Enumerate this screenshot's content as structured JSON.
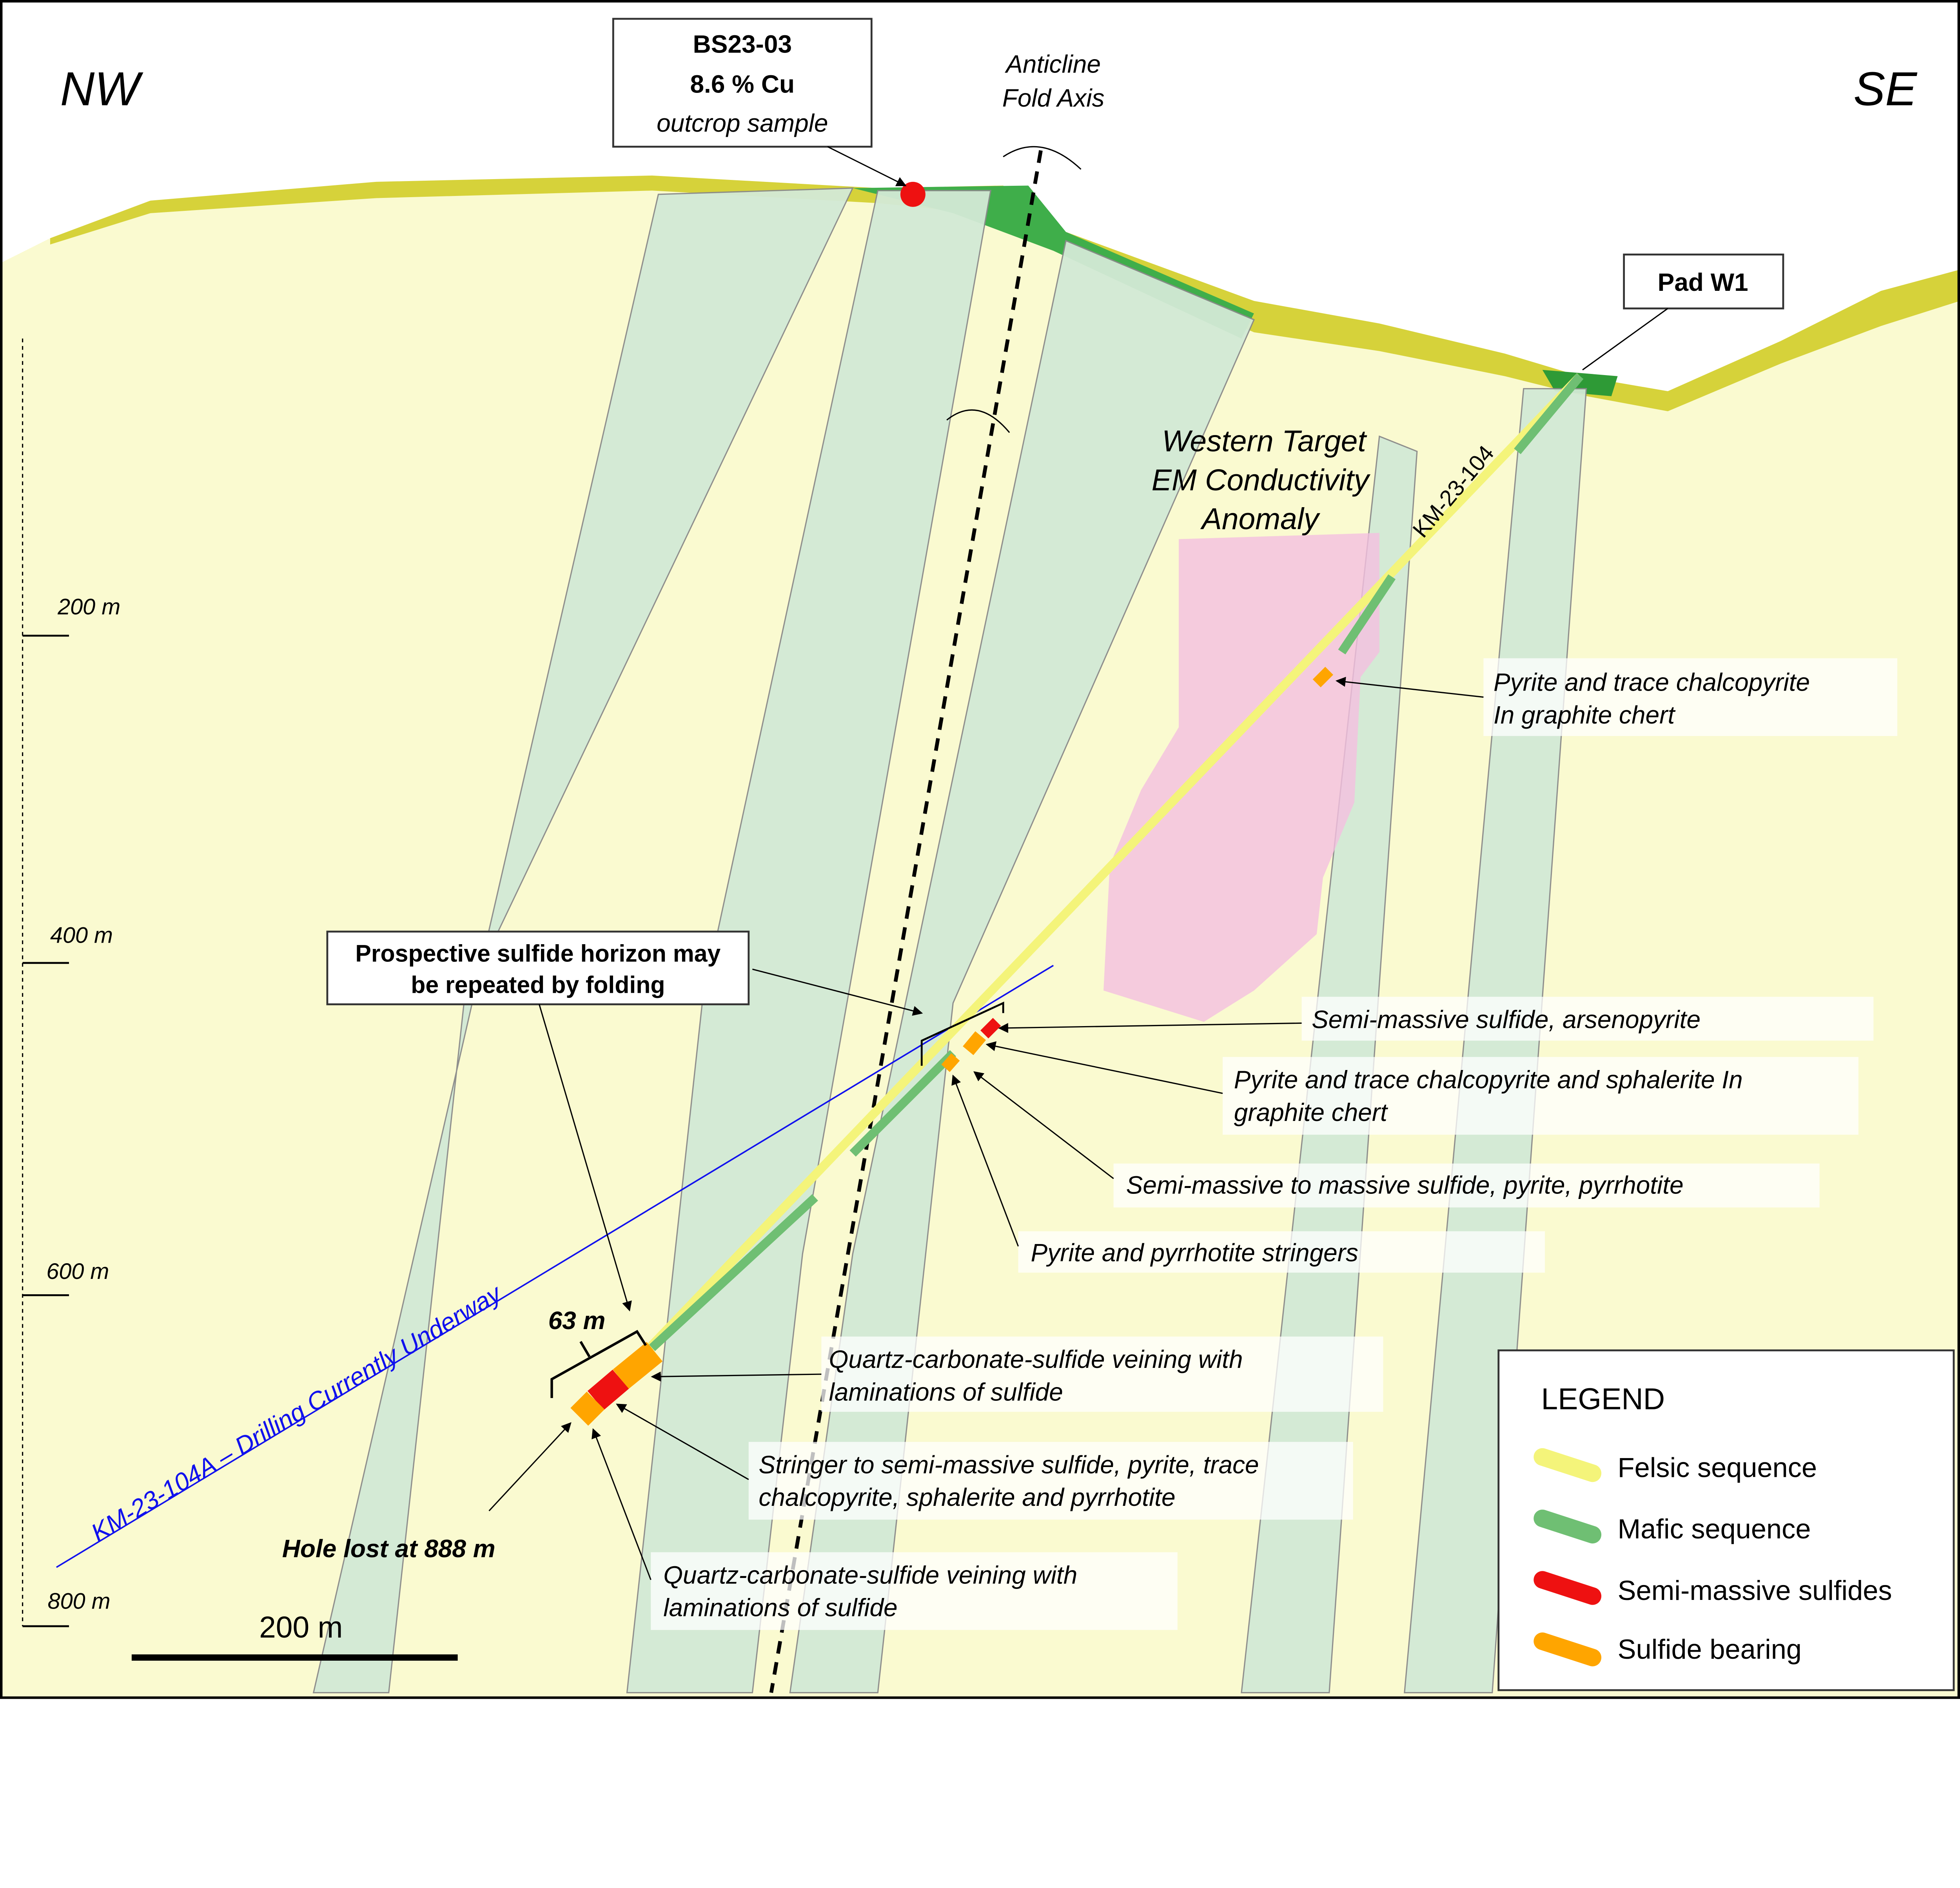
{
  "orientation": {
    "left": "NW",
    "right": "SE"
  },
  "sample": {
    "id": "BS23-03",
    "grade": "8.6 % Cu",
    "type": "outcrop sample"
  },
  "fold_axis": {
    "line1": "Anticline",
    "line2": "Fold Axis"
  },
  "pad": "Pad W1",
  "target": {
    "line1": "Western Target",
    "line2": "EM Conductivity",
    "line3": "Anomaly"
  },
  "holes": {
    "main": "KM-23-104",
    "new": "KM-23-104A – Drilling Currently Underway",
    "lost": "Hole lost at 888 m",
    "interval": "63 m"
  },
  "depth_scale": [
    "200 m",
    "400 m",
    "600 m",
    "800 m"
  ],
  "scale_bar": "200 m",
  "horizon_note": {
    "line1": "Prospective sulfide horizon may",
    "line2": "be repeated by folding"
  },
  "annotations": [
    {
      "l1": "Pyrite and trace chalcopyrite",
      "l2": "In graphite chert"
    },
    {
      "l1": "Semi-massive sulfide, arsenopyrite",
      "l2": ""
    },
    {
      "l1": "Pyrite and trace chalcopyrite and sphalerite In",
      "l2": "graphite chert"
    },
    {
      "l1": "Semi-massive to massive sulfide, pyrite, pyrrhotite",
      "l2": ""
    },
    {
      "l1": "Pyrite and pyrrhotite stringers",
      "l2": ""
    },
    {
      "l1": "Quartz-carbonate-sulfide veining with",
      "l2": "laminations of sulfide"
    },
    {
      "l1": "Stringer to semi-massive sulfide, pyrite, trace",
      "l2": "chalcopyrite, sphalerite and pyrrhotite"
    },
    {
      "l1": "Quartz-carbonate-sulfide veining with",
      "l2": "laminations of sulfide"
    }
  ],
  "legend": {
    "title": "LEGEND",
    "items": [
      {
        "label": "Felsic sequence",
        "color": "#f4f47a"
      },
      {
        "label": "Mafic sequence",
        "color": "#6fbf73"
      },
      {
        "label": "Semi-massive sulfides",
        "color": "#ee1111"
      },
      {
        "label": "Sulfide bearing",
        "color": "#ffa500"
      }
    ]
  }
}
